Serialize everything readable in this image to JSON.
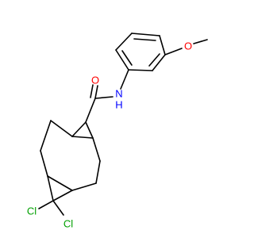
{
  "molecule": {
    "atoms": {
      "carbonyl_oxygen": "O",
      "amide_nitrogen": "N",
      "amide_hydrogen": "H",
      "ether_oxygen": "O",
      "chlorine_1": "Cl",
      "chlorine_2": "Cl"
    },
    "colors": {
      "bond": "#000000",
      "oxygen": "#ff0000",
      "nitrogen": "#0000ff",
      "chlorine": "#00a000"
    }
  }
}
